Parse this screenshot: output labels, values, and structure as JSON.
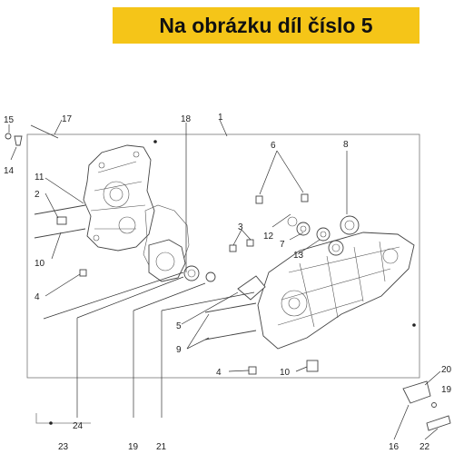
{
  "banner": {
    "text": "Na obrázku díl číslo 5",
    "background": "#f5c518"
  },
  "callouts": [
    {
      "id": "c1",
      "text": "1"
    },
    {
      "id": "c2",
      "text": "2"
    },
    {
      "id": "c3",
      "text": "3"
    },
    {
      "id": "c4a",
      "text": "4"
    },
    {
      "id": "c4b",
      "text": "4"
    },
    {
      "id": "c5",
      "text": "5"
    },
    {
      "id": "c6",
      "text": "6"
    },
    {
      "id": "c7",
      "text": "7"
    },
    {
      "id": "c8",
      "text": "8"
    },
    {
      "id": "c9",
      "text": "9"
    },
    {
      "id": "c10a",
      "text": "10"
    },
    {
      "id": "c10b",
      "text": "10"
    },
    {
      "id": "c11",
      "text": "11"
    },
    {
      "id": "c12",
      "text": "12"
    },
    {
      "id": "c13",
      "text": "13"
    },
    {
      "id": "c14",
      "text": "14"
    },
    {
      "id": "c15",
      "text": "15"
    },
    {
      "id": "c16",
      "text": "16"
    },
    {
      "id": "c17",
      "text": "17"
    },
    {
      "id": "c18",
      "text": "18"
    },
    {
      "id": "c19a",
      "text": "19"
    },
    {
      "id": "c19b",
      "text": "19"
    },
    {
      "id": "c20",
      "text": "20"
    },
    {
      "id": "c21",
      "text": "21"
    },
    {
      "id": "c22",
      "text": "22"
    },
    {
      "id": "c23",
      "text": "23"
    },
    {
      "id": "c24",
      "text": "24"
    }
  ]
}
